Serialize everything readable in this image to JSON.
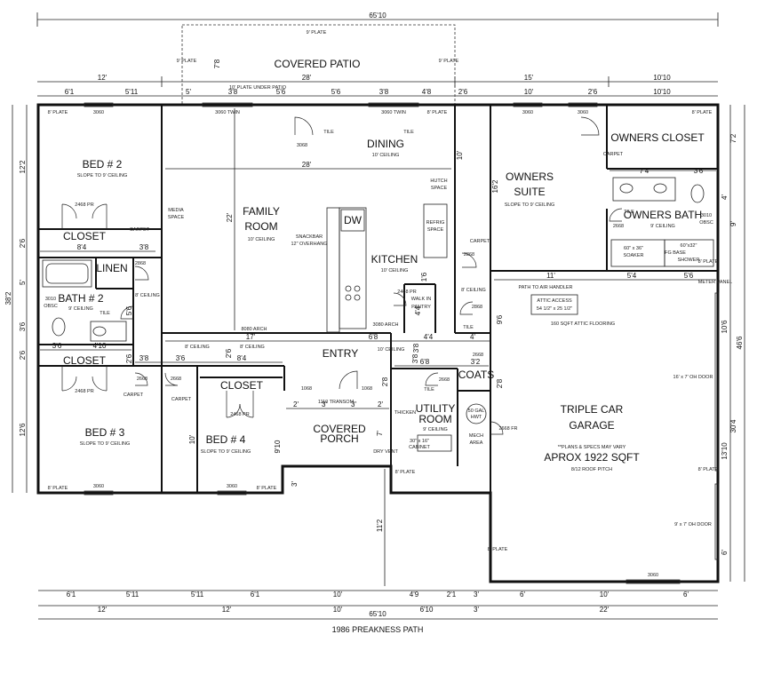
{
  "rooms": {
    "covered_patio": {
      "label": "COVERED PATIO"
    },
    "bed2": {
      "label": "BED # 2",
      "note": "SLOPE TO 9' CEILING"
    },
    "family_room": {
      "label_line1": "FAMILY",
      "label_line2": "ROOM",
      "note": "10' CEILING"
    },
    "dining": {
      "label": "DINING",
      "note": "10' CEILING"
    },
    "owners_suite": {
      "label_line1": "OWNERS",
      "label_line2": "SUITE",
      "note": "SLOPE TO 9' CEILING"
    },
    "owners_closet": {
      "label": "OWNERS CLOSET"
    },
    "owners_bath": {
      "label": "OWNERS BATH",
      "note": "9' CEILING"
    },
    "kitchen": {
      "label": "KITCHEN",
      "note": "10' CEILING"
    },
    "walk_in_pantry": {
      "label_line1": "WALK IN",
      "label_line2": "PANTRY"
    },
    "closet_bed2": {
      "label": "CLOSET"
    },
    "linen": {
      "label": "LINEN"
    },
    "bath2": {
      "label": "BATH # 2",
      "note": "9' CEILING"
    },
    "closet_hall": {
      "label": "CLOSET"
    },
    "bed3": {
      "label": "BED # 3",
      "note": "SLOPE TO 9' CEILING"
    },
    "closet_bed4": {
      "label": "CLOSET"
    },
    "bed4": {
      "label": "BED # 4",
      "note": "SLOPE TO 9' CEILING"
    },
    "entry": {
      "label": "ENTRY",
      "note": "10' CEILING"
    },
    "covered_porch": {
      "label_line1": "COVERED",
      "label_line2": "PORCH"
    },
    "utility_room": {
      "label_line1": "UTILITY",
      "label_line2": "ROOM",
      "note": "9' CEILING"
    },
    "coats": {
      "label": "COATS"
    },
    "mech_area": {
      "label_line1": "MECH",
      "label_line2": "AREA"
    },
    "garage": {
      "label_line1": "TRIPLE CAR",
      "label_line2": "GARAGE"
    }
  },
  "notes": {
    "plans_vary": "**PLANS & SPECS MAY VARY",
    "sqft": "APROX 1922 SQFT",
    "roof_pitch": "8/12 ROOF PITCH",
    "attic_access_1": "ATTIC ACCESS",
    "attic_access_2": "54 1/2\" x 25 1/2\"",
    "attic_flooring": "160 SQFT ATTIC FLOORING",
    "path_air_handler": "PATH TO AIR HANDLER",
    "oh_door_1": "16' x 7' OH DOOR",
    "oh_door_2": "9' x 7' OH DOOR",
    "meter_panel": "METER PANEL",
    "media_space_1": "MEDIA",
    "media_space_2": "SPACE",
    "hutch_space_1": "HUTCH",
    "hutch_space_2": "SPACE",
    "refrig_space_1": "REFRIG",
    "refrig_space_2": "SPACE",
    "snackbar_1": "SNACKBAR",
    "snackbar_2": "12\" OVERHANG",
    "dw": "DW",
    "tile": "TILE",
    "carpet": "CARPET",
    "plate_8": "8' PLATE",
    "plate_9": "9' PLATE",
    "plate_under_patio": "10' PLATE UNDER PATIO",
    "ceiling_8": "8' CEILING",
    "arch": "8080 ARCH",
    "arch2": "3080 ARCH",
    "soaker_1": "60\" x 36\"",
    "soaker_2": "SOAKER",
    "shower_1": "60\"x32\"",
    "shower_2": "FG BASE",
    "shower_3": "SHOWER",
    "water_heater_1": "50 GAL",
    "water_heater_2": "HWT",
    "thicken": "THICKEN",
    "cabinet_1": "30\" x 16\"",
    "cabinet_2": "CABINET",
    "dryer_vent": "DRY VENT",
    "transom": "1110 TRANSOM",
    "obsc_1": "3010",
    "obsc_2": "OBSC"
  },
  "windows": {
    "w3060": "3060",
    "w3060_twin": "3060 TWIN",
    "w3068": "3068",
    "w2668": "2668",
    "w2468": "2468 PR",
    "w2868": "2868",
    "w2668f": "2668 FR",
    "w1068": "1068"
  },
  "dimensions": {
    "top_total": "65'10",
    "patio_width": "28'",
    "patio_depth": "7'8",
    "top_row2": [
      "12'",
      "28'",
      "15'",
      "10'10"
    ],
    "top_row3": [
      "6'1",
      "5'11",
      "5'",
      "3'8",
      "5'6",
      "5'6",
      "3'8",
      "4'8",
      "2'6",
      "10'",
      "2'6",
      "10'10"
    ],
    "left_total": "38'2",
    "left_segments": [
      "12'2",
      "2'6",
      "5'",
      "3'6",
      "2'6",
      "12'6"
    ],
    "right_total": "46'6",
    "right_segments": [
      "7'2",
      "4'",
      "9'",
      "10'6",
      "30'4",
      "13'10",
      "6'"
    ],
    "bottom_row1": [
      "6'1",
      "5'11",
      "5'11",
      "6'1",
      "10'",
      "4'9",
      "2'1",
      "3'",
      "6'",
      "10'",
      "6'"
    ],
    "bottom_row2": [
      "12'",
      "12'",
      "10'",
      "6'10",
      "3'",
      "22'"
    ],
    "bottom_total": "65'10",
    "inner": {
      "family_width": "28'",
      "family_depth": "22'",
      "dining_depth": "10'",
      "owners_depth": "16'2",
      "closet_split": [
        "7'4",
        "3'6"
      ],
      "owner_row": [
        "11'",
        "5'4",
        "5'6"
      ],
      "kitchen_row": [
        "17'",
        "6'8",
        "4'4",
        "4'"
      ],
      "hall_row": [
        "3'8",
        "3'6",
        "8'4"
      ],
      "bath_row": [
        "3'6",
        "4'10"
      ],
      "bed2_row": [
        "8'4",
        "3'8"
      ],
      "porch_row": [
        "2'",
        "3'",
        "3'",
        "2'"
      ],
      "utility_row": [
        "6'8",
        "3'2"
      ],
      "bed4_depth": "10'",
      "porch_depth": "9'10",
      "garage_depth": "11'2",
      "pantry": [
        "1'6",
        "4'4",
        "3'8"
      ],
      "misc": [
        "9'6",
        "2'8",
        "2'8",
        "7'",
        "2'6",
        "5'6",
        "3'8",
        "2'6",
        "3'"
      ]
    }
  },
  "caption": "1986 PREAKNESS PATH"
}
